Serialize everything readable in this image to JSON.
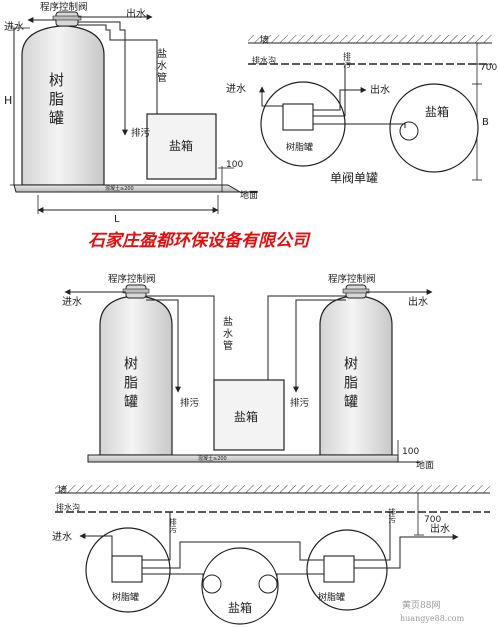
{
  "company": "石家庄盈都环保设备有限公司",
  "single": {
    "control_valve": "程序控制阀",
    "water_in": "进水",
    "water_out": "出水",
    "brine_pipe": "盐水管",
    "resin_tank": "树脂罐",
    "drain": "排污",
    "salt_tank": "盐箱",
    "height_mark": "H",
    "length_mark": "L",
    "dim_100": "100",
    "ground": "地面",
    "base_text": "混凝土≥200",
    "plan_wall": "墙",
    "plan_trench": "排水沟",
    "plan_drain": "排污",
    "plan_dim_700": "700",
    "plan_water_in": "进水",
    "plan_water_out": "出水",
    "plan_resin_tank": "树脂罐",
    "plan_salt_tank": "盐箱",
    "plan_dim_B": "B",
    "plan_title": "单阀单罐"
  },
  "double": {
    "control_valve_left": "程序控制阀",
    "control_valve_right": "程序控制阀",
    "water_in_left": "进水",
    "water_out_right": "出水",
    "brine_pipe": "盐水管",
    "resin_tank_left": "树脂罐",
    "resin_tank_right": "树脂罐",
    "drain_left": "排污",
    "drain_right": "排污",
    "salt_tank": "盐箱",
    "dim_100": "100",
    "ground": "地面",
    "base_text": "混凝土≥200",
    "plan_wall": "墙",
    "plan_trench": "排水沟",
    "plan_water_in": "进水",
    "plan_drain_left": "排污",
    "plan_drain_right": "排污",
    "plan_dim_700": "700",
    "plan_water_out": "出水",
    "plan_resin_left": "树脂罐",
    "plan_salt_tank": "盐箱",
    "plan_resin_right": "树脂罐"
  },
  "watermark": {
    "line1": "黄页88网",
    "line2": "huangye88.com"
  }
}
